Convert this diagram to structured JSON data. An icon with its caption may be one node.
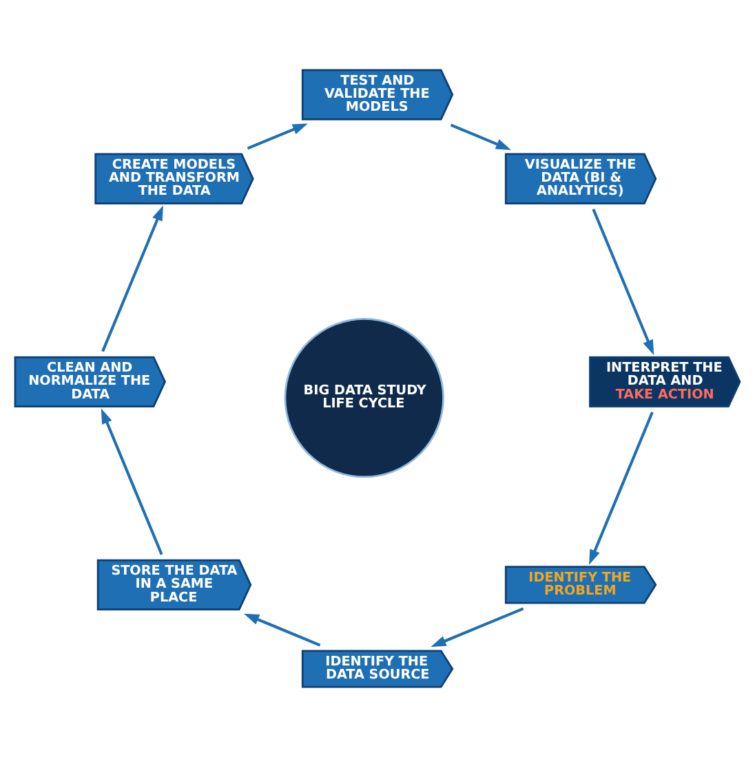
{
  "diagram": {
    "nodes": [
      {
        "text": [
          "BIG DATA STUDY LIFE CYCLE"
        ]
      },
      {
        "text": [
          "IDENTIFY THE PROBLEM"
        ]
      },
      {
        "text": [
          "IDENTIFY THE DATA SOURCE"
        ]
      },
      {
        "text": [
          "STORE THE DATA IN A SAME PLACE"
        ]
      },
      {
        "text": [
          "CLEAN AND NORMALIZE THE DATA"
        ]
      },
      {
        "text": [
          "CREATE MODELS AND TRANSFORM THE DATA"
        ]
      },
      {
        "text": [
          "TEST AND VALIDATE THE MODELS"
        ]
      },
      {
        "text": [
          "VISUALIZE THE DATA (BI & ANALYTICS)"
        ]
      },
      {
        "text": [
          "INTERPRET THE DATA AND",
          "TAKE ACTION"
        ]
      }
    ],
    "edges": [
      {
        "from": 1,
        "to": 2,
        "arrow": "to"
      },
      {
        "from": 2,
        "to": 3,
        "arrow": "to"
      },
      {
        "from": 3,
        "to": 4,
        "arrow": "to"
      },
      {
        "from": 4,
        "to": 5,
        "arrow": "to"
      },
      {
        "from": 5,
        "to": 6,
        "arrow": "to"
      },
      {
        "from": 6,
        "to": 7,
        "arrow": "to"
      },
      {
        "from": 7,
        "to": 8,
        "arrow": "to"
      },
      {
        "from": 8,
        "to": 1,
        "arrow": "to"
      }
    ]
  }
}
